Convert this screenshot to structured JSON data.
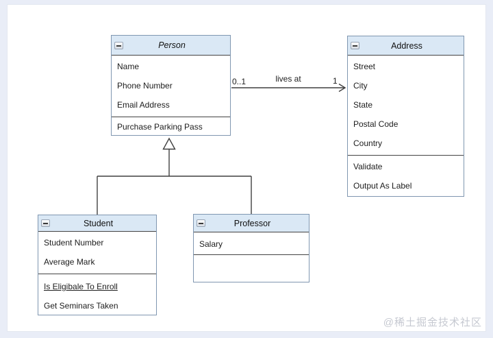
{
  "diagram": {
    "classes": {
      "person": {
        "title": "Person",
        "abstract": true,
        "attributes": [
          "Name",
          "Phone Number",
          "Email Address"
        ],
        "methods": [
          "Purchase Parking Pass"
        ]
      },
      "address": {
        "title": "Address",
        "abstract": false,
        "attributes": [
          "Street",
          "City",
          "State",
          "Postal Code",
          "Country"
        ],
        "methods": [
          "Validate",
          "Output As Label"
        ]
      },
      "student": {
        "title": "Student",
        "abstract": false,
        "attributes": [
          "Student Number",
          "Average Mark"
        ],
        "methods": [
          "Is Eligibale To Enroll",
          "Get Seminars Taken"
        ]
      },
      "professor": {
        "title": "Professor",
        "abstract": false,
        "attributes": [
          "Salary"
        ],
        "methods": []
      }
    },
    "association": {
      "label": "lives at",
      "source_multiplicity": "0..1",
      "target_multiplicity": "1"
    },
    "colors": {
      "header_fill": "#dae8f5",
      "box_border": "#7f96b0",
      "divider": "#424242",
      "edge": "#3f3f3f"
    }
  },
  "watermark": "@稀土掘金技术社区"
}
